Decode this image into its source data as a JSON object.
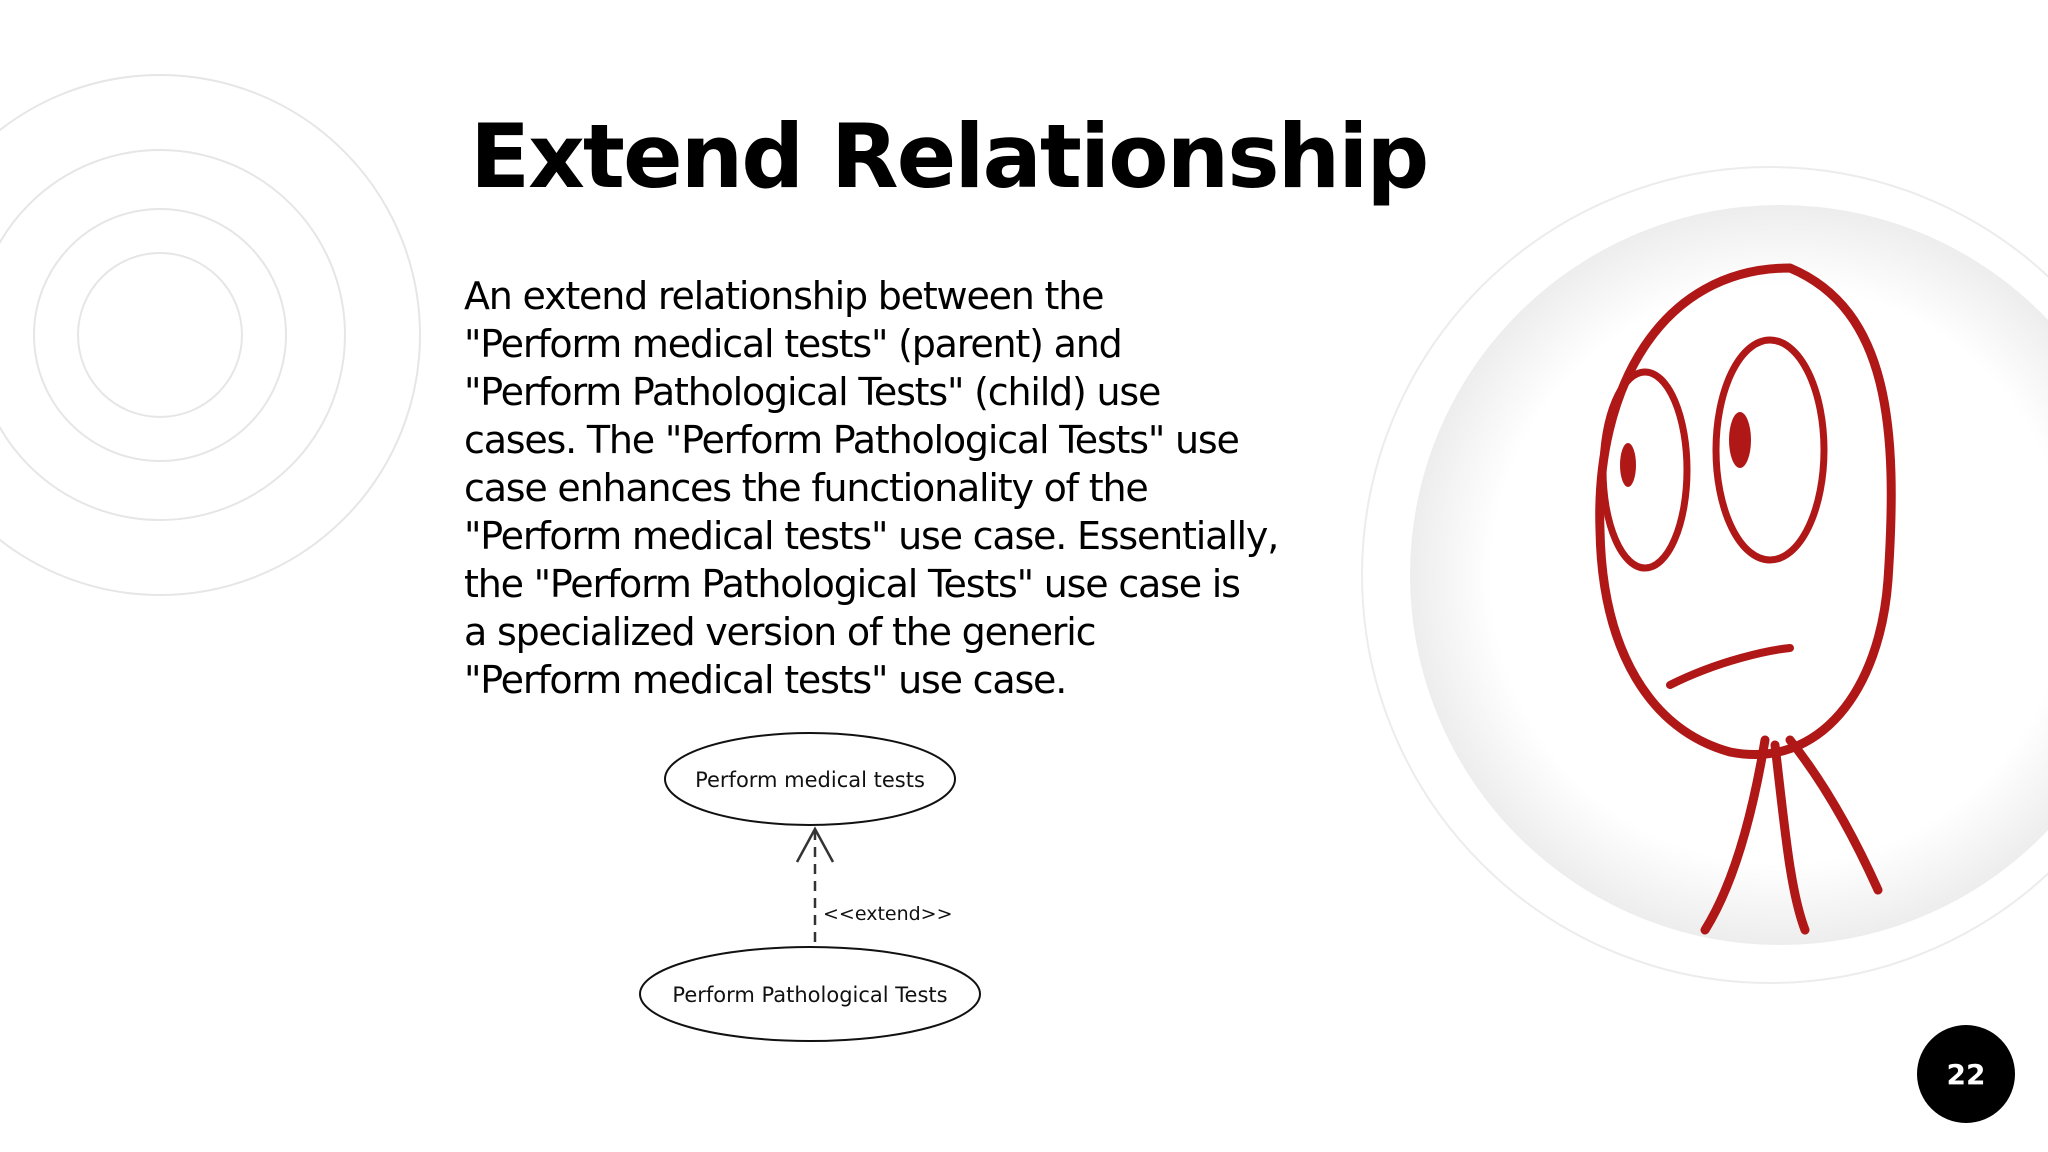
{
  "slide": {
    "title": "Extend Relationship",
    "body_lines": [
      "An extend relationship between the",
      "\"Perform medical tests\" (parent) and",
      "\"Perform Pathological Tests\" (child) use",
      "cases. The \"Perform Pathological Tests\" use",
      "case enhances the functionality of the",
      "\"Perform medical tests\" use case. Essentially,",
      "the \"Perform Pathological Tests\" use case is",
      "a specialized version of the generic",
      "\"Perform medical tests\" use case."
    ],
    "page_number": "22"
  },
  "diagram": {
    "parent_use_case": "Perform medical tests",
    "child_use_case": "Perform Pathological Tests",
    "relationship_label": "<<extend>>"
  },
  "illustration": {
    "icon": "worried-stick-figure-icon",
    "stroke_color": "#b01818"
  },
  "colors": {
    "text": "#000000",
    "badge_bg": "#000000",
    "badge_text": "#ffffff",
    "ring": "#e6e6e6"
  }
}
